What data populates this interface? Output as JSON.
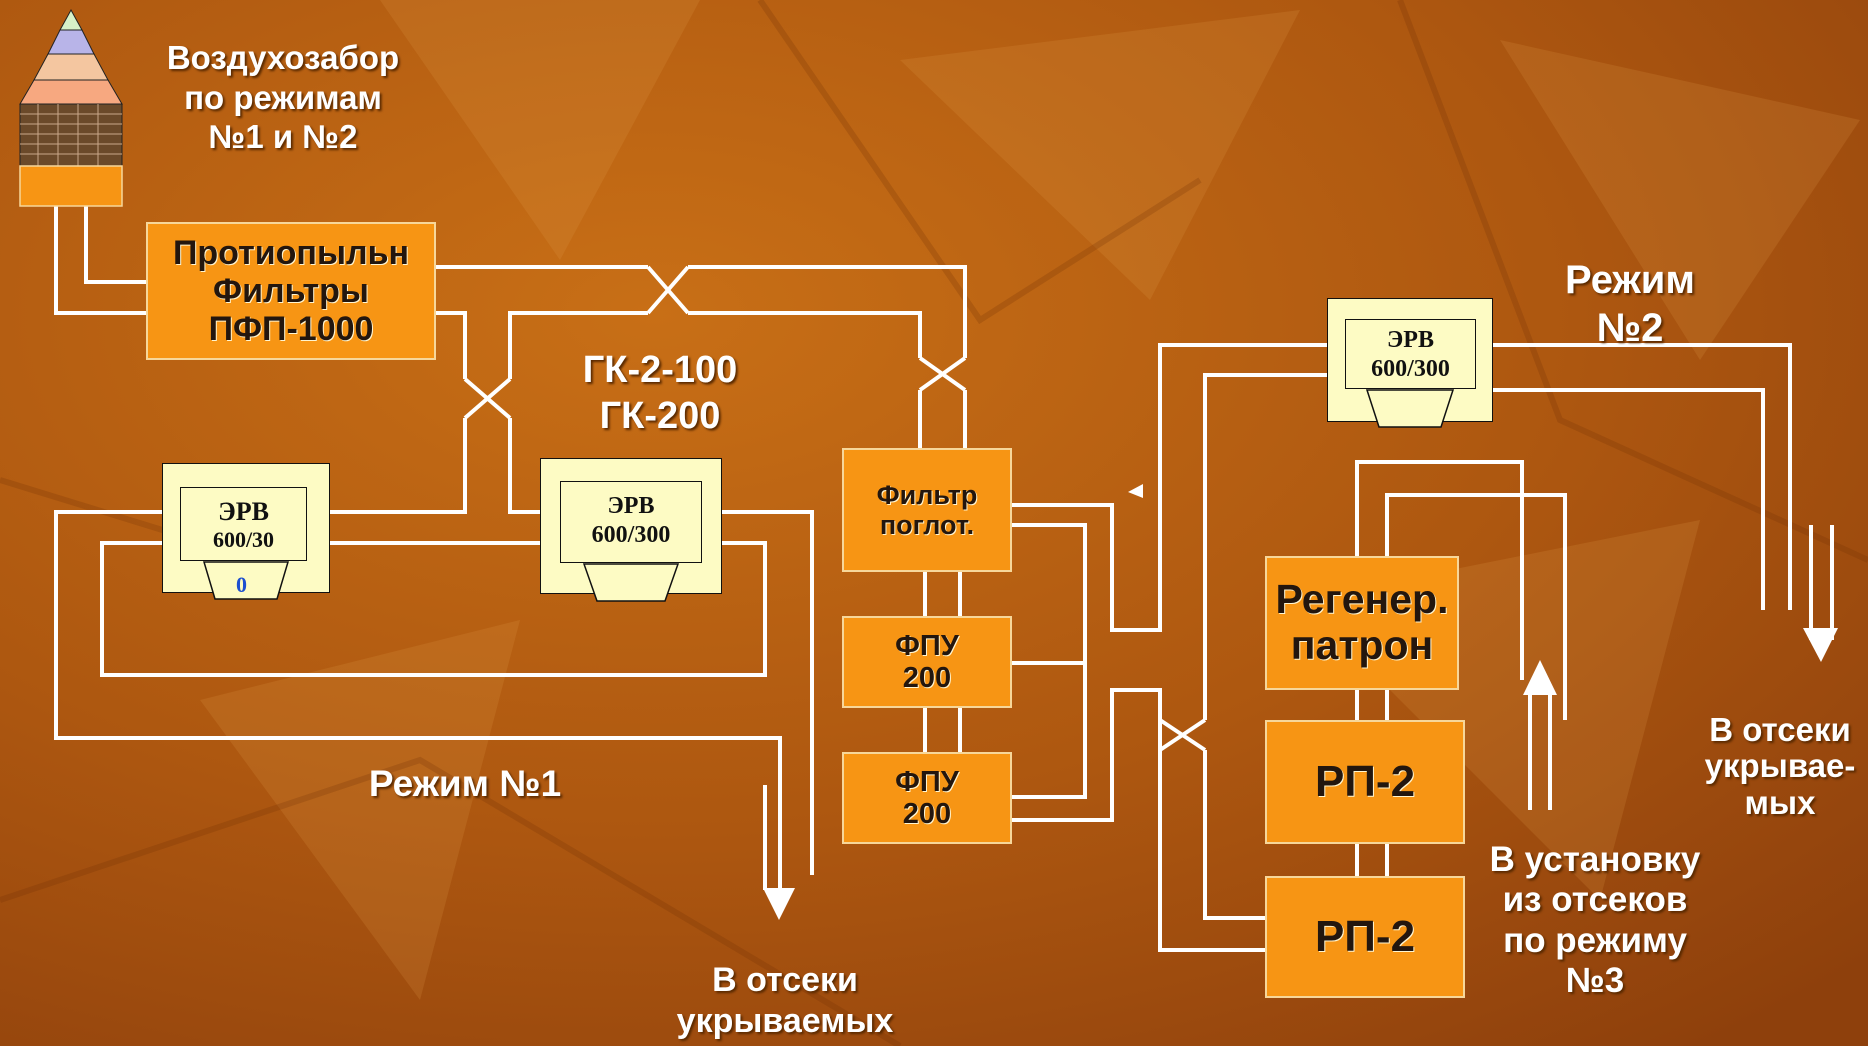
{
  "colors": {
    "background": "#b25d0e",
    "box_fill": "#f79514",
    "erv_fill": "#fdfbc4",
    "pipe": "#ffffff",
    "label": "#ffffff"
  },
  "air_intake": {
    "icon": "air-intake-tower-icon",
    "title_lines": [
      "Воздухозабор",
      "по режимам",
      "№1 и №2"
    ]
  },
  "boxes": {
    "pfp": {
      "lines": [
        "Протиопыльн",
        "Фильтры",
        "ПФП-1000"
      ]
    },
    "absorber": {
      "lines": [
        "Фильтр",
        "поглот."
      ]
    },
    "fpu1": {
      "lines": [
        "ФПУ",
        "200"
      ]
    },
    "fpu2": {
      "lines": [
        "ФПУ",
        "200"
      ]
    },
    "regen": {
      "lines": [
        "Регенер.",
        "патрон"
      ]
    },
    "rp2_top": {
      "lines": [
        "РП-2"
      ]
    },
    "rp2_bottom": {
      "lines": [
        "РП-2"
      ]
    }
  },
  "erv_units": {
    "erv_left": {
      "lines": [
        "ЭРВ",
        "600/30"
      ],
      "extra": "0"
    },
    "erv_mid": {
      "lines": [
        "ЭРВ",
        "600/300"
      ]
    },
    "erv_right": {
      "lines": [
        "ЭРВ",
        "600/300"
      ]
    }
  },
  "labels": {
    "gk": [
      "ГК-2-100",
      "ГК-200"
    ],
    "mode1": "Режим №1",
    "mode2": [
      "Режим",
      "№2"
    ],
    "out_left": [
      "В отсеки",
      "укрываемых"
    ],
    "out_right": [
      "В отсеки",
      "укрывае-",
      "мых"
    ],
    "in_mode3": [
      "В установку",
      "из отсеков",
      "по режиму",
      "№3"
    ]
  }
}
